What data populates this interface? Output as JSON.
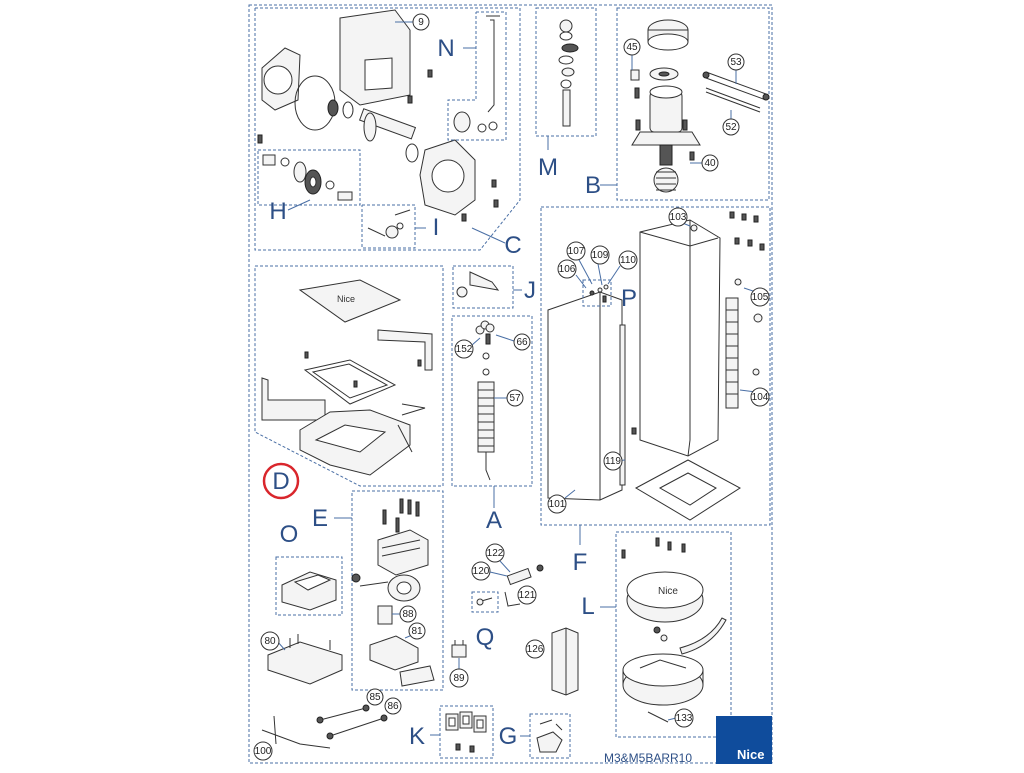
{
  "diagram": {
    "groups": {
      "A": "A",
      "B": "B",
      "C": "C",
      "D": "D",
      "E": "E",
      "F": "F",
      "G": "G",
      "H": "H",
      "I": "I",
      "J": "J",
      "K": "K",
      "L": "L",
      "M": "M",
      "N": "N",
      "O": "O",
      "P": "P",
      "Q": "Q"
    },
    "parts": {
      "p9": "9",
      "p40": "40",
      "p45": "45",
      "p52": "52",
      "p53": "53",
      "p57": "57",
      "p66": "66",
      "p80": "80",
      "p81": "81",
      "p85": "85",
      "p86": "86",
      "p88": "88",
      "p89": "89",
      "p100": "100",
      "p101": "101",
      "p103": "103",
      "p104": "104",
      "p105": "105",
      "p106": "106",
      "p107": "107",
      "p109": "109",
      "p110": "110",
      "p119": "119",
      "p120": "120",
      "p121": "121",
      "p122": "122",
      "p126": "126",
      "p133": "133",
      "p152": "152"
    },
    "code": "M3&M5BARR10",
    "brand": "Nice",
    "highlighted_group": "D",
    "colors": {
      "accent": "#2d4f86",
      "frame": "#4a6fa5",
      "highlight": "#d9262c",
      "brand_bg": "#0f4c9c"
    }
  }
}
